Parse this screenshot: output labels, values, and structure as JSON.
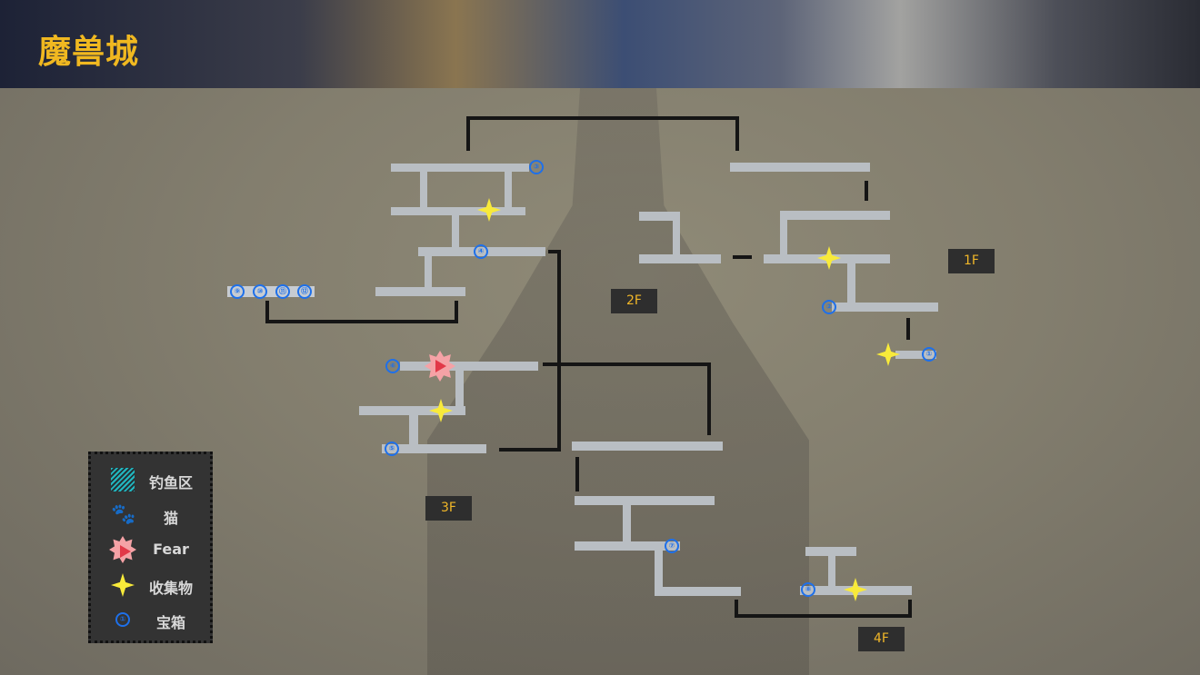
{
  "header": {
    "title": "魔兽城"
  },
  "floors": [
    "1F",
    "2F",
    "3F",
    "4F"
  ],
  "chests": [
    "①",
    "②",
    "③",
    "④",
    "⑤",
    "⑥",
    "⑦",
    "⑧",
    "⑨",
    "⑩",
    "⑪",
    "⑫"
  ],
  "legend": {
    "items": [
      {
        "icon": "fishing-area-icon",
        "label": "钓鱼区"
      },
      {
        "icon": "cat-paw-icon",
        "label": "猫"
      },
      {
        "icon": "fear-icon",
        "label": "Fear"
      },
      {
        "icon": "collectible-star-icon",
        "label": "收集物"
      },
      {
        "icon": "chest-number-icon",
        "label": "宝箱",
        "symbol": "①"
      }
    ]
  },
  "colors": {
    "title": "#f0b820",
    "path": "#b9bec3",
    "connector": "#151515",
    "chest": "#1e70ea",
    "star": "#f8ea3a",
    "fear": "#f5a2a6"
  }
}
